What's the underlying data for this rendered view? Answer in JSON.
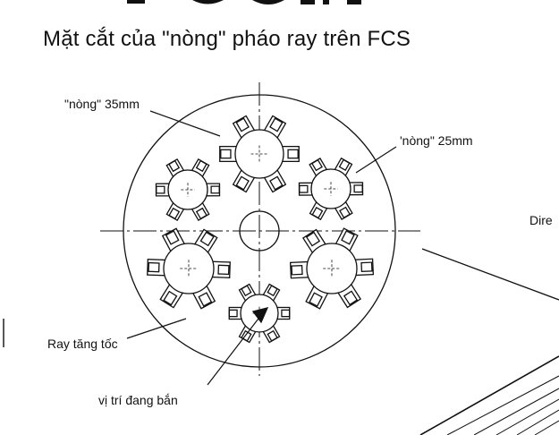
{
  "title": "Mặt cắt của \"nòng\" pháo ray trên FCS",
  "labels": {
    "barrel_35mm": "\"nòng\" 35mm",
    "barrel_25mm": "'nòng\" 25mm",
    "accelerating_rail": "Ray tăng tốc",
    "firing_position": "vị trí đang bắn",
    "cut_off_right": "Dire"
  },
  "colors": {
    "line": "#111111",
    "background": "#ffffff"
  }
}
